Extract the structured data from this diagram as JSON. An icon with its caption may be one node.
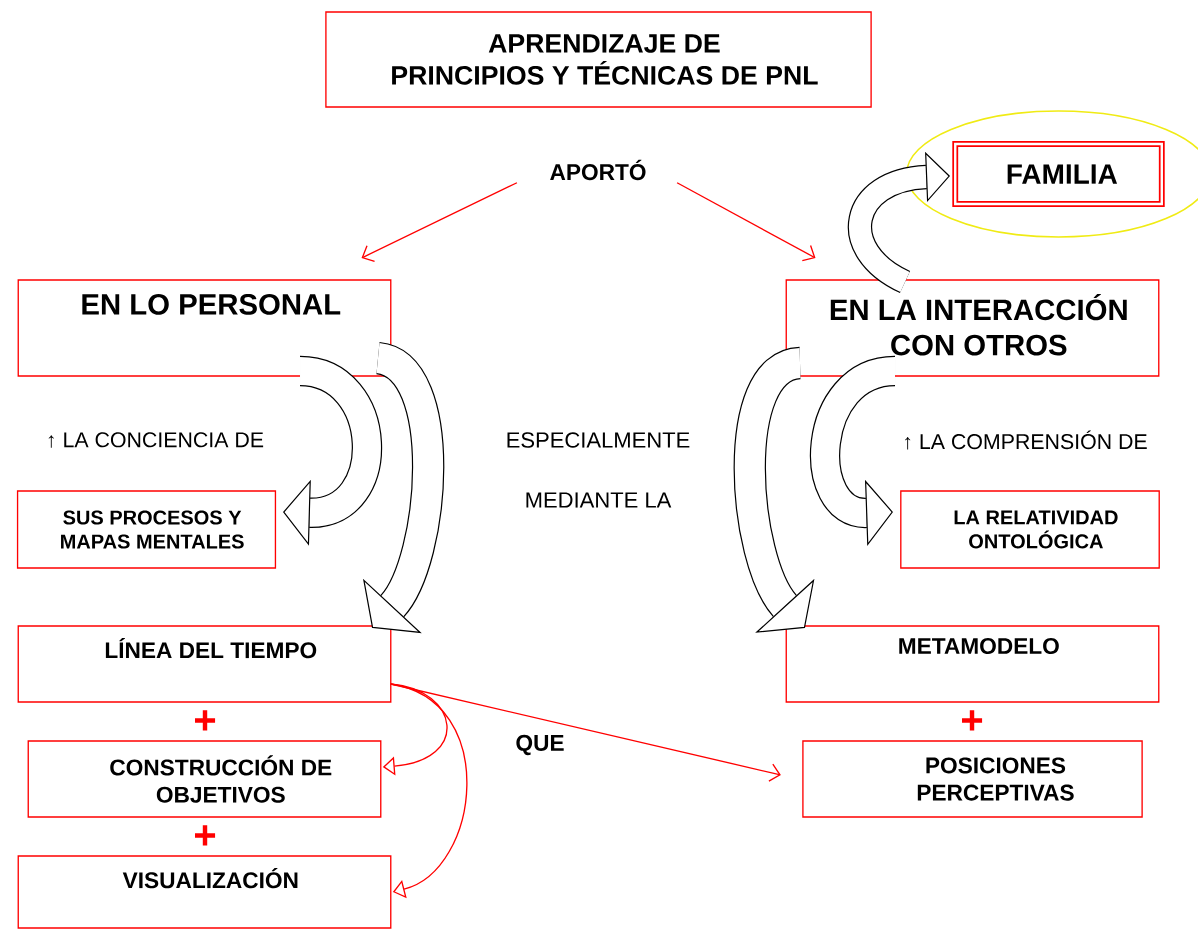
{
  "diagram": {
    "title": "APRENDIZAJE DE PRINCIPIOS Y TÉCNICAS DE PNL",
    "nodes": [
      {
        "text": [
          "APORTÓ"
        ]
      },
      {
        "text": [
          "EN LO PERSONAL"
        ]
      },
      {
        "text": [
          "EN LA INTERACCIÓN CON OTROS"
        ]
      },
      {
        "text": [],
        "shape": "ellipse"
      },
      {
        "text": [
          "FAMILIA"
        ],
        "in": 3
      },
      {
        "text": [
          "SUS PROCESOS Y MAPAS MENTALES"
        ]
      },
      {
        "text": [
          "LA RELATIVIDAD ONTOLÓGICA"
        ]
      },
      {
        "text": [
          "LÍNEA DEL TIEMPO"
        ]
      },
      {
        "text": [
          "METAMODELO"
        ]
      },
      {
        "text": [
          "CONSTRUCCIÓN DE OBJETIVOS"
        ]
      },
      {
        "text": [
          "POSICIONES PERCEPTIVAS"
        ]
      },
      {
        "text": [
          "VISUALIZACIÓN"
        ]
      }
    ],
    "edges": [
      {
        "from": 0,
        "to": 1,
        "arrow": "to"
      },
      {
        "from": 0,
        "to": 2,
        "arrow": "to"
      },
      {
        "from": 2,
        "to": 4,
        "arrow": "to",
        "style": "thick",
        "color": "#000000"
      },
      {
        "from": 1,
        "to": 5,
        "arrow": "to",
        "style": "thick",
        "color": "#000000"
      },
      {
        "from": 1,
        "to": 7,
        "arrow": "to",
        "style": "thick",
        "color": "#000000"
      },
      {
        "from": 2,
        "to": 6,
        "arrow": "to",
        "style": "thick",
        "color": "#000000"
      },
      {
        "from": 2,
        "to": 8,
        "arrow": "to",
        "style": "thick",
        "color": "#000000"
      },
      {
        "from": 7,
        "to": 9,
        "arrow": "to"
      },
      {
        "from": 7,
        "to": 11,
        "arrow": "to"
      },
      {
        "from": 7,
        "to": 10,
        "arrow": "to",
        "label": "QUE"
      }
    ],
    "labels": [
      "↑ LA CONCIENCIA DE",
      "ESPECIALMENTE",
      "↑ LA COMPRENSIÓN DE",
      "MEDIANTE LA",
      "+",
      "+",
      "+"
    ]
  }
}
